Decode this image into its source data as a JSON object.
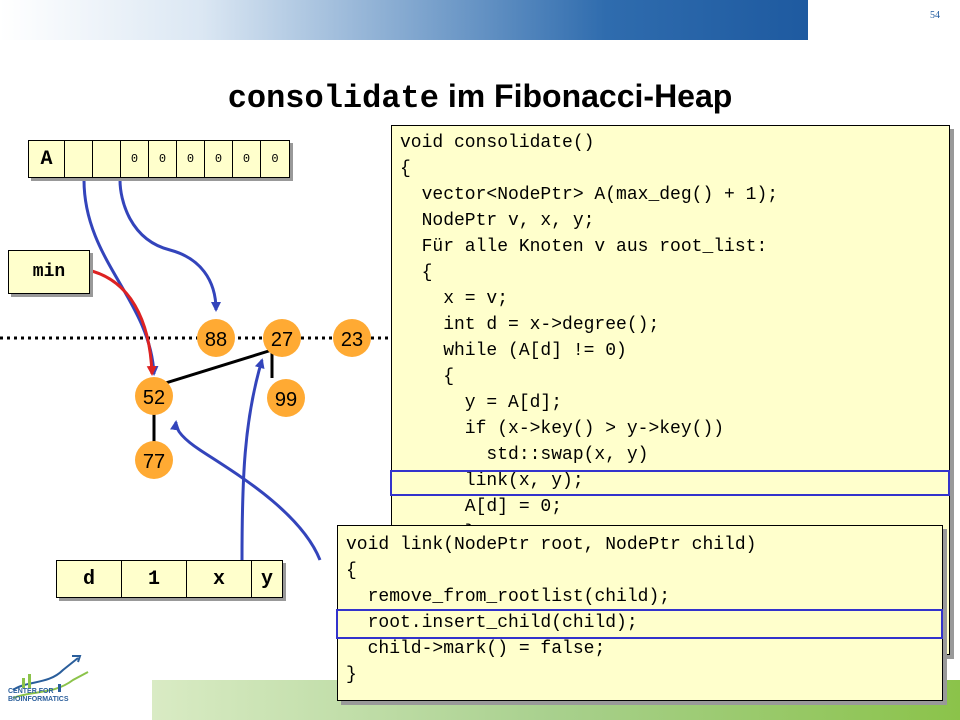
{
  "page_number": "54",
  "title": {
    "mono_part": "consolidate",
    "text_part": " im Fibonacci-Heap"
  },
  "array": {
    "label": "A",
    "cells": [
      "",
      "",
      "0",
      "0",
      "0",
      "0",
      "0",
      "0"
    ]
  },
  "min_label": "min",
  "nodes": {
    "n88": "88",
    "n27": "27",
    "n23": "23",
    "n52": "52",
    "n99": "99",
    "n77": "77"
  },
  "vars": {
    "d": "d",
    "d_val": "1",
    "x": "x",
    "y": "y"
  },
  "code_main": [
    "void consolidate()",
    "{",
    "  vector<NodePtr> A(max_deg() + 1);",
    "  NodePtr v, x, y;",
    "  Für alle Knoten v aus root_list:",
    "  {",
    "    x = v;",
    "    int d = x->degree();",
    "    while (A[d] != 0)",
    "    {",
    "      y = A[d];",
    "      if (x->key() > y->key())",
    "        std::swap(x, y)",
    "      link(x, y);",
    "      A[d] = 0;",
    "      }"
  ],
  "code_link": [
    "void link(NodePtr root, NodePtr child)",
    "{",
    "  remove_from_rootlist(child);",
    "  root.insert_child(child);",
    "  child->mark() = false;",
    "}"
  ],
  "logo": {
    "line1": "CENTER FOR",
    "line2": "BIOINFORMATICS"
  },
  "colors": {
    "highlight": "#3333cc",
    "code_bg": "#ffffcc",
    "pointer_blue": "#3344bb",
    "pointer_red": "#dd2222",
    "node_fill": "#ffaa33"
  }
}
